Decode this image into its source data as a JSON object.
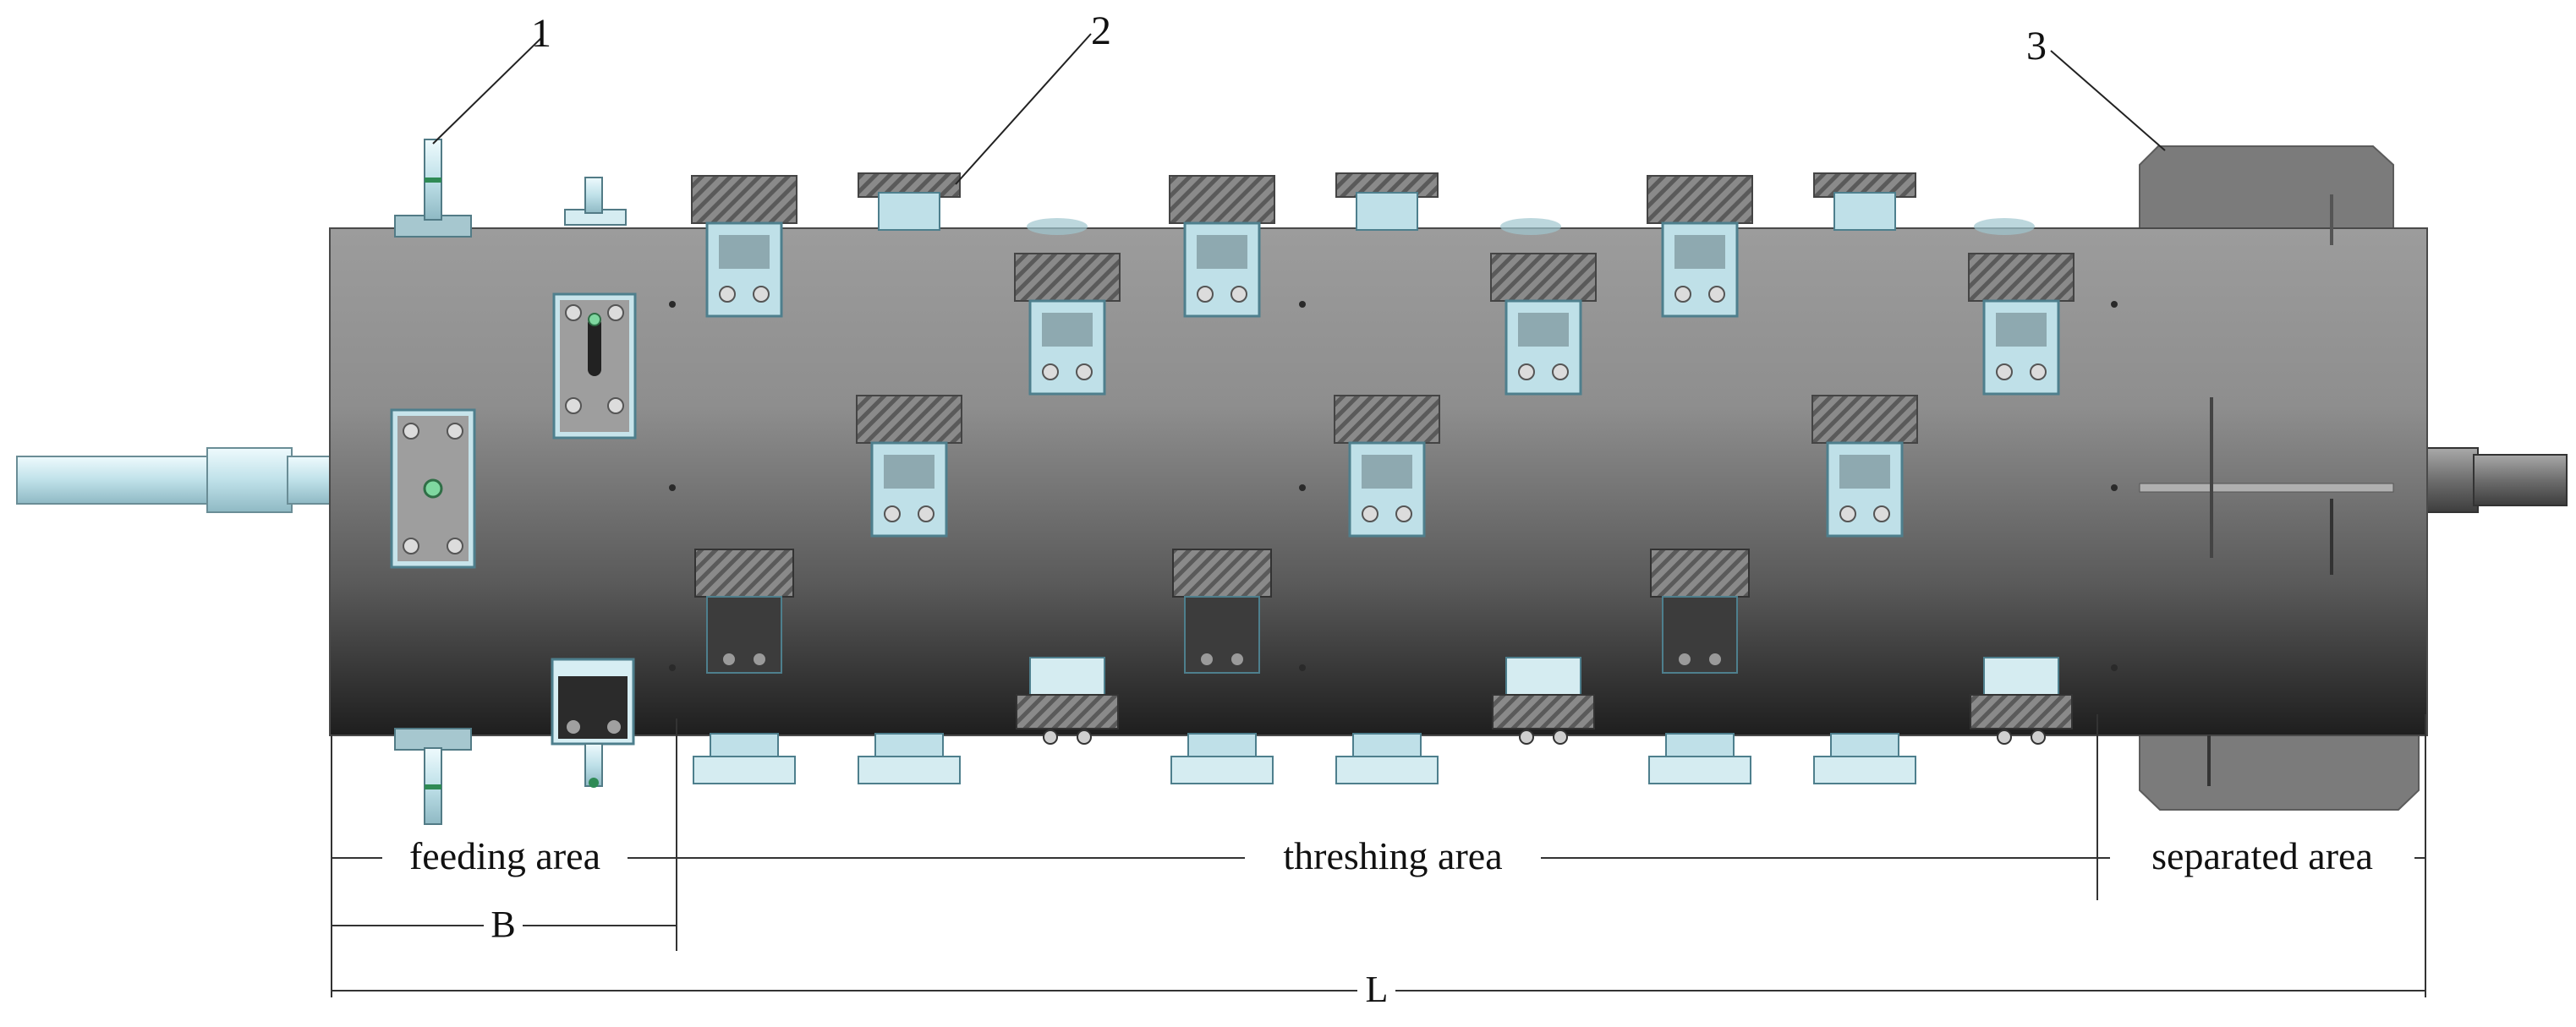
{
  "callouts": [
    {
      "id": "1",
      "text": "1"
    },
    {
      "id": "2",
      "text": "2"
    },
    {
      "id": "3",
      "text": "3"
    }
  ],
  "areas": {
    "feeding": "feeding area",
    "threshing": "threshing area",
    "separated": "separated area"
  },
  "dimensions": {
    "B": "B",
    "L": "L"
  },
  "colors": {
    "drum_top": "#a9a9a9",
    "drum_mid": "#8f8f8f",
    "drum_bottom": "#262626",
    "bracket": "#b7dde6",
    "bracket_edge": "#5f8c99",
    "serration": "#7a7a7a",
    "separator_plate": "#7d7d7d",
    "shaft": "#cfe8ee"
  }
}
